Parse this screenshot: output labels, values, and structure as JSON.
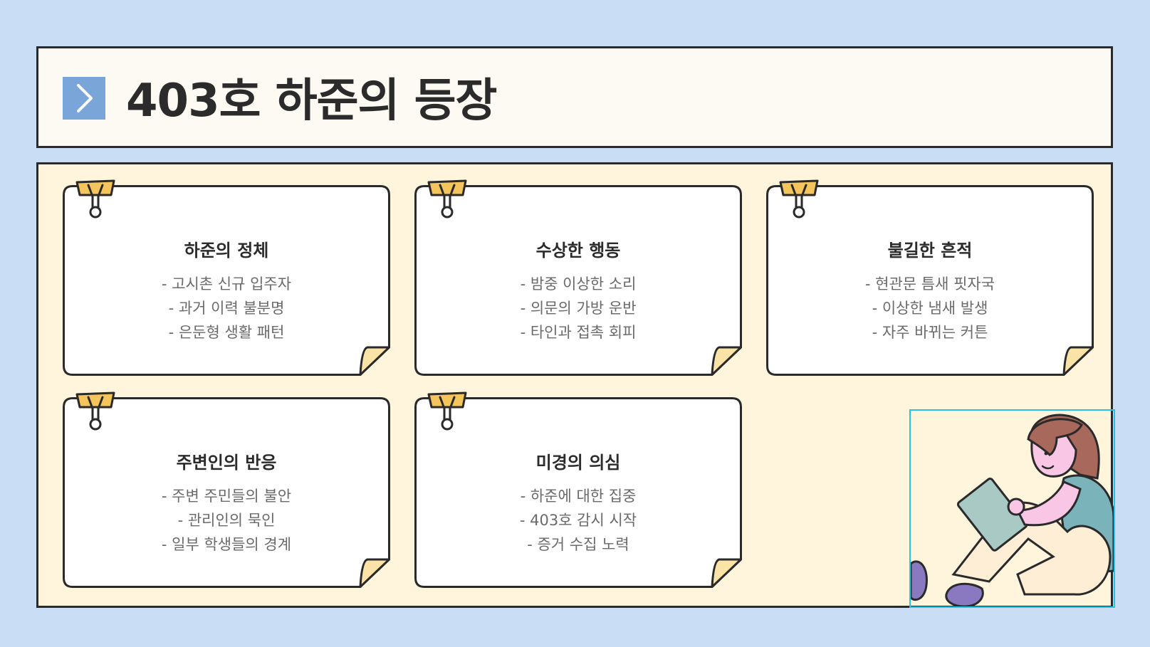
{
  "header": {
    "title": "403호 하준의 등장",
    "icon": "chevron-right-icon",
    "accent": "#7aa5d8"
  },
  "cards": [
    {
      "title": "하준의 정체",
      "lines": [
        "- 고시촌 신규 입주자",
        "- 과거 이력 불분명",
        "- 은둔형 생활 패턴"
      ]
    },
    {
      "title": "수상한 행동",
      "lines": [
        "- 밤중 이상한 소리",
        "- 의문의 가방 운반",
        "- 타인과 접촉 회피"
      ]
    },
    {
      "title": "불길한 흔적",
      "lines": [
        "- 현관문 틈새 핏자국",
        "- 이상한 냄새 발생",
        "- 자주 바뀌는 커튼"
      ]
    },
    {
      "title": "주변인의 반응",
      "lines": [
        "- 주변 주민들의 불안",
        "- 관리인의 묵인",
        "- 일부 학생들의 경계"
      ]
    },
    {
      "title": "미경의 의심",
      "lines": [
        "- 하준에 대한 집중",
        "- 403호 감시 시작",
        "- 증거 수집 노력"
      ]
    }
  ],
  "colors": {
    "background": "#c9ddf5",
    "board": "#fff4dc",
    "clip": "#f4c55c",
    "curl": "#fbe3a8"
  },
  "illustration": "woman-reading-tablet-illustration"
}
